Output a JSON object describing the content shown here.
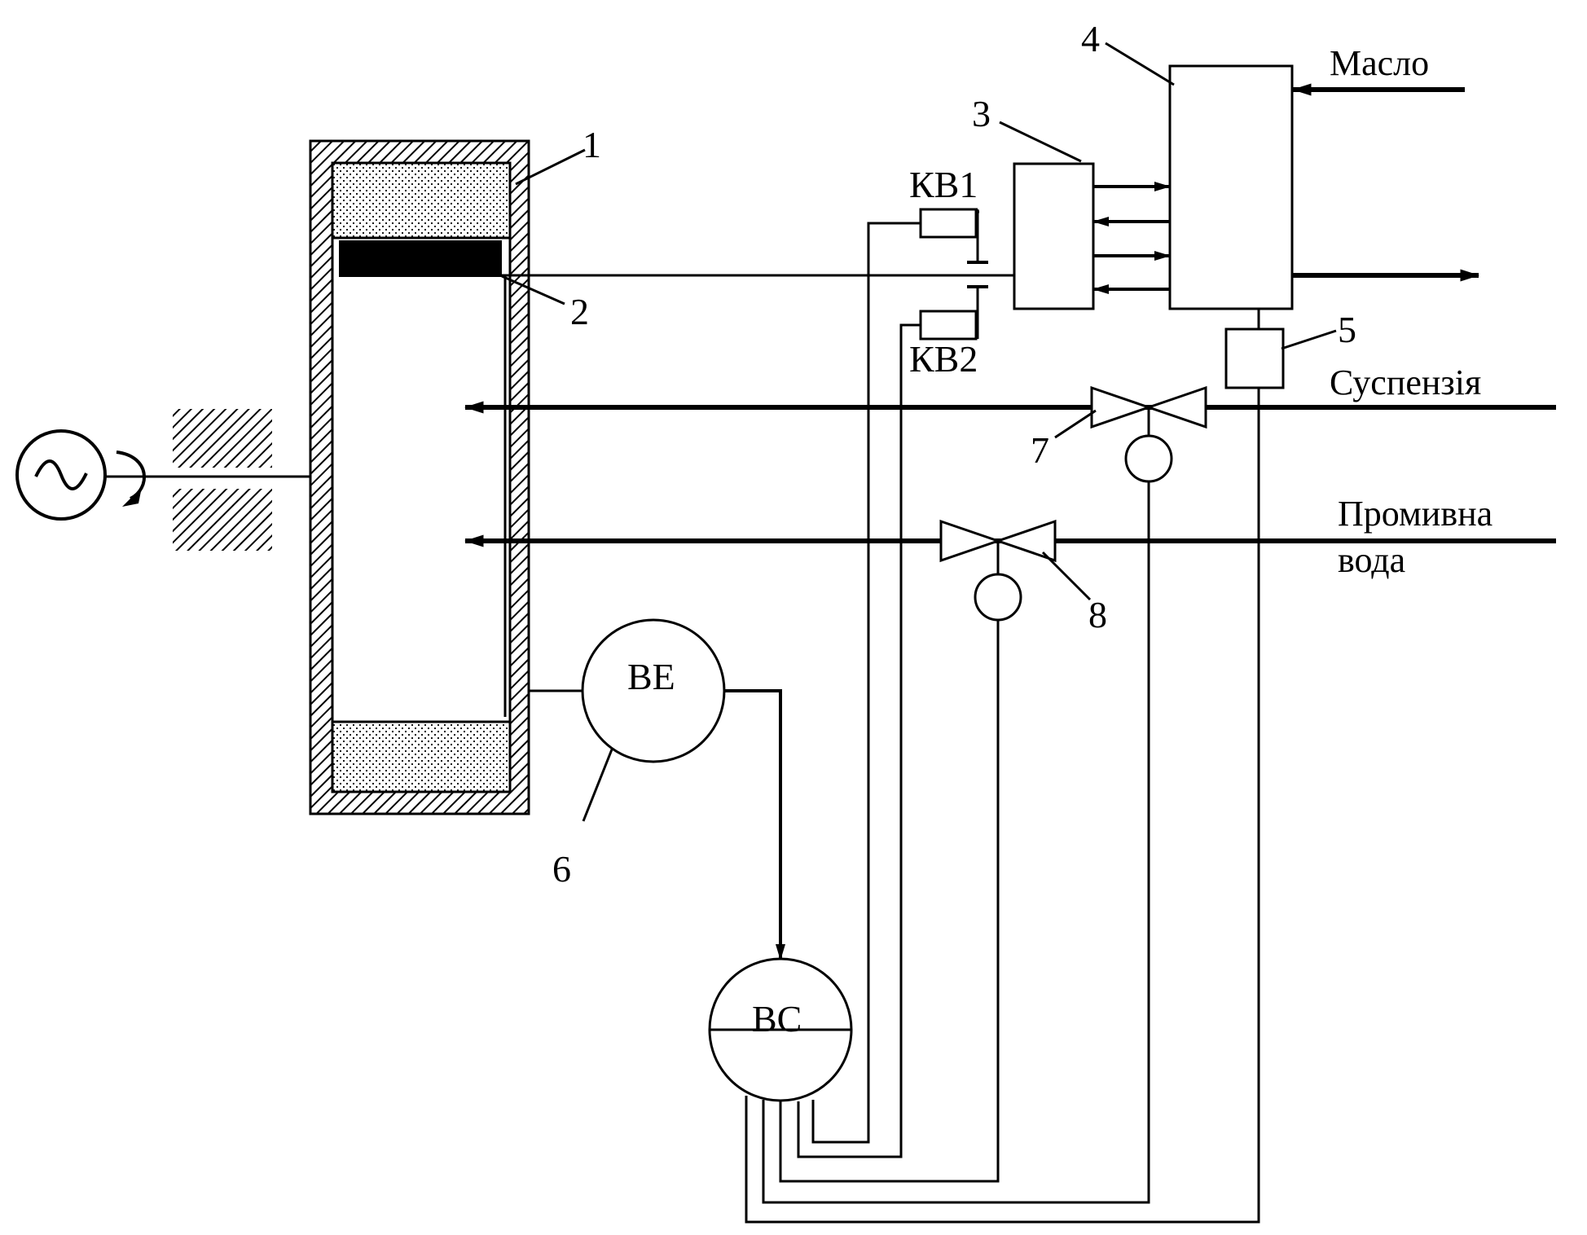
{
  "labels": {
    "oil": "Масло",
    "suspension": "Суспензія",
    "wash_water_line1": "Промивна",
    "wash_water_line2": "вода",
    "limit_switch_1": "КВ1",
    "limit_switch_2": "КВ2",
    "ve_device": "ВЕ",
    "vs_device": "ВС"
  },
  "numbers": {
    "n1": "1",
    "n2": "2",
    "n3": "3",
    "n4": "4",
    "n5": "5",
    "n6": "6",
    "n7": "7",
    "n8": "8"
  },
  "icons": {
    "generator": "alternating-current-generator-icon",
    "rotation": "rotation-arrow-icon",
    "bearing": "hatched-bearing-block-icon",
    "valve": "diaphragm-valve-icon"
  },
  "colors": {
    "stroke": "#000000",
    "background": "#ffffff"
  }
}
